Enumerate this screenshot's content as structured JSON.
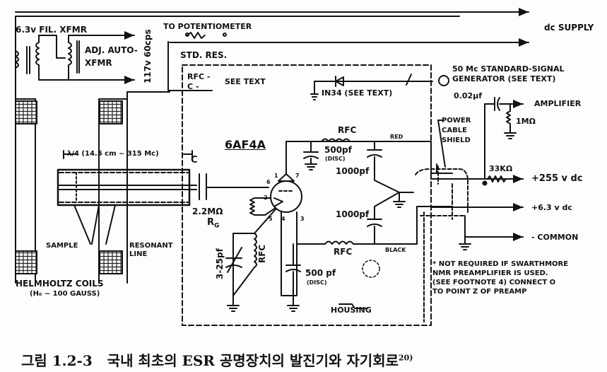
{
  "diagram": {
    "labels": {
      "fil_xfmr": "6.3v FIL. XFMR",
      "adj_auto_1": "ADJ. AUTO-",
      "adj_auto_2": "XFMR",
      "mains": "117v 60cps",
      "to_pot": "TO POTENTIOMETER",
      "std_res": "STD. RES.",
      "dc_supply": "dc SUPPLY",
      "rfc_c_1": "RFC -",
      "rfc_c_2": "C   -",
      "see_text": "SEE TEXT",
      "diode": "IN34 (SEE TEXT)",
      "siggen_1": "50 Mc STANDARD-SIGNAL",
      "siggen_2": "GENERATOR (SEE TEXT)",
      "cap_002": "0.02µf",
      "amplifier": "AMPLIFIER",
      "r_1meg": "1MΩ",
      "power_cable_1": "POWER",
      "power_cable_2": "CABLE",
      "power_cable_3": "SHIELD",
      "r_33k": "33KΩ",
      "v255": "+255 v dc",
      "v63": "+6.3 v dc",
      "common": "- COMMON",
      "lambda": "λ/4 (14.5 cm ~ 315 Mc)",
      "c_label": "C",
      "tube": "6AF4A",
      "rfc_top": "RFC",
      "cap_500_top": "500pf",
      "disc_top": "(DISC)",
      "red": "RED",
      "cap_1000_a": "1000pf",
      "cap_1000_b": "1000pf",
      "rfc_bottom": "RFC",
      "black": "BLACK",
      "r_g_val": "2.2MΩ",
      "r_g": "R",
      "r_g_sub": "G",
      "cap_var": "3-25pf",
      "rfc_tank": "RFC",
      "cap_500_bot": "500 pf",
      "disc_bot": "(DISC)",
      "housing": "HOUSING",
      "sample": "SAMPLE",
      "resonant_1": "RESONANT",
      "resonant_2": "LINE",
      "helmholtz": "HELMHOLTZ COILS",
      "helmholtz_sub": "(H₀ ~ 100 GAUSS)",
      "pin_6": "6",
      "pin_2": "2",
      "pin_5": "5",
      "pin_4": "4",
      "pin_3": "3",
      "pin_1": "1",
      "pin_7": "7",
      "point_o": "O"
    },
    "footnote": [
      "* NOT REQUIRED IF SWARTHMORE",
      "NMR PREAMPLIFIER IS USED.",
      "(SEE FOOTNOTE 4) CONNECT O",
      "TO POINT Z OF PREAMP"
    ]
  },
  "caption": {
    "figure_number": "그림 1.2-3",
    "text": "국내 최초의 ESR 공명장치의 발진기와 자기회로",
    "ref": "20)"
  }
}
